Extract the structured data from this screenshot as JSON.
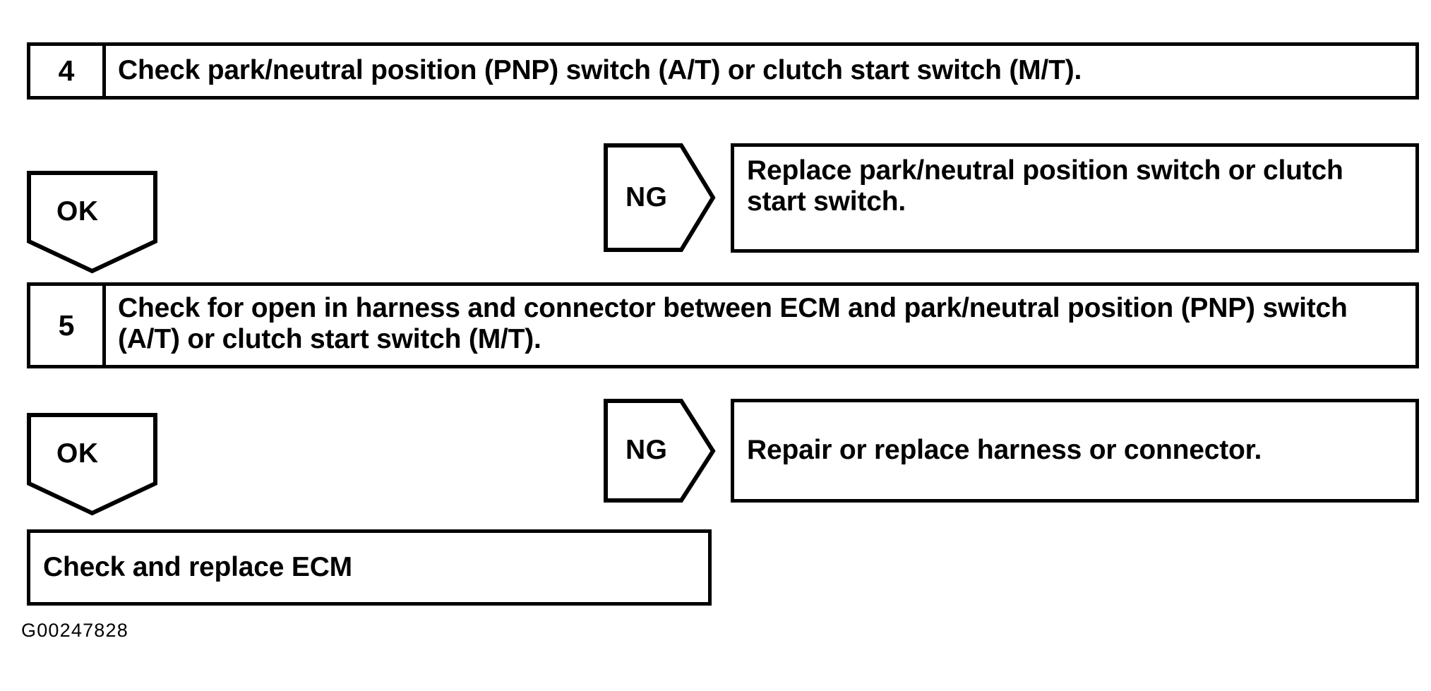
{
  "figure": {
    "reference_code": "G00247828",
    "line_color": "#000000",
    "background_color": "#ffffff"
  },
  "steps": [
    {
      "number": "4",
      "text": "Check park/neutral position (PNP) switch (A/T) or clutch start switch (M/T)."
    },
    {
      "number": "5",
      "text": "Check for open in harness and connector between ECM and park/neutral posi­tion (PNP) switch (A/T) or clutch start switch (M/T)."
    }
  ],
  "branches": [
    {
      "ok_label": "OK",
      "ng_label": "NG",
      "ng_result": "Replace park/neutral position switch or clutch start switch."
    },
    {
      "ok_label": "OK",
      "ng_label": "NG",
      "ng_result": "Repair or replace harness or connector."
    }
  ],
  "final": {
    "text": "Check and replace ECM"
  }
}
